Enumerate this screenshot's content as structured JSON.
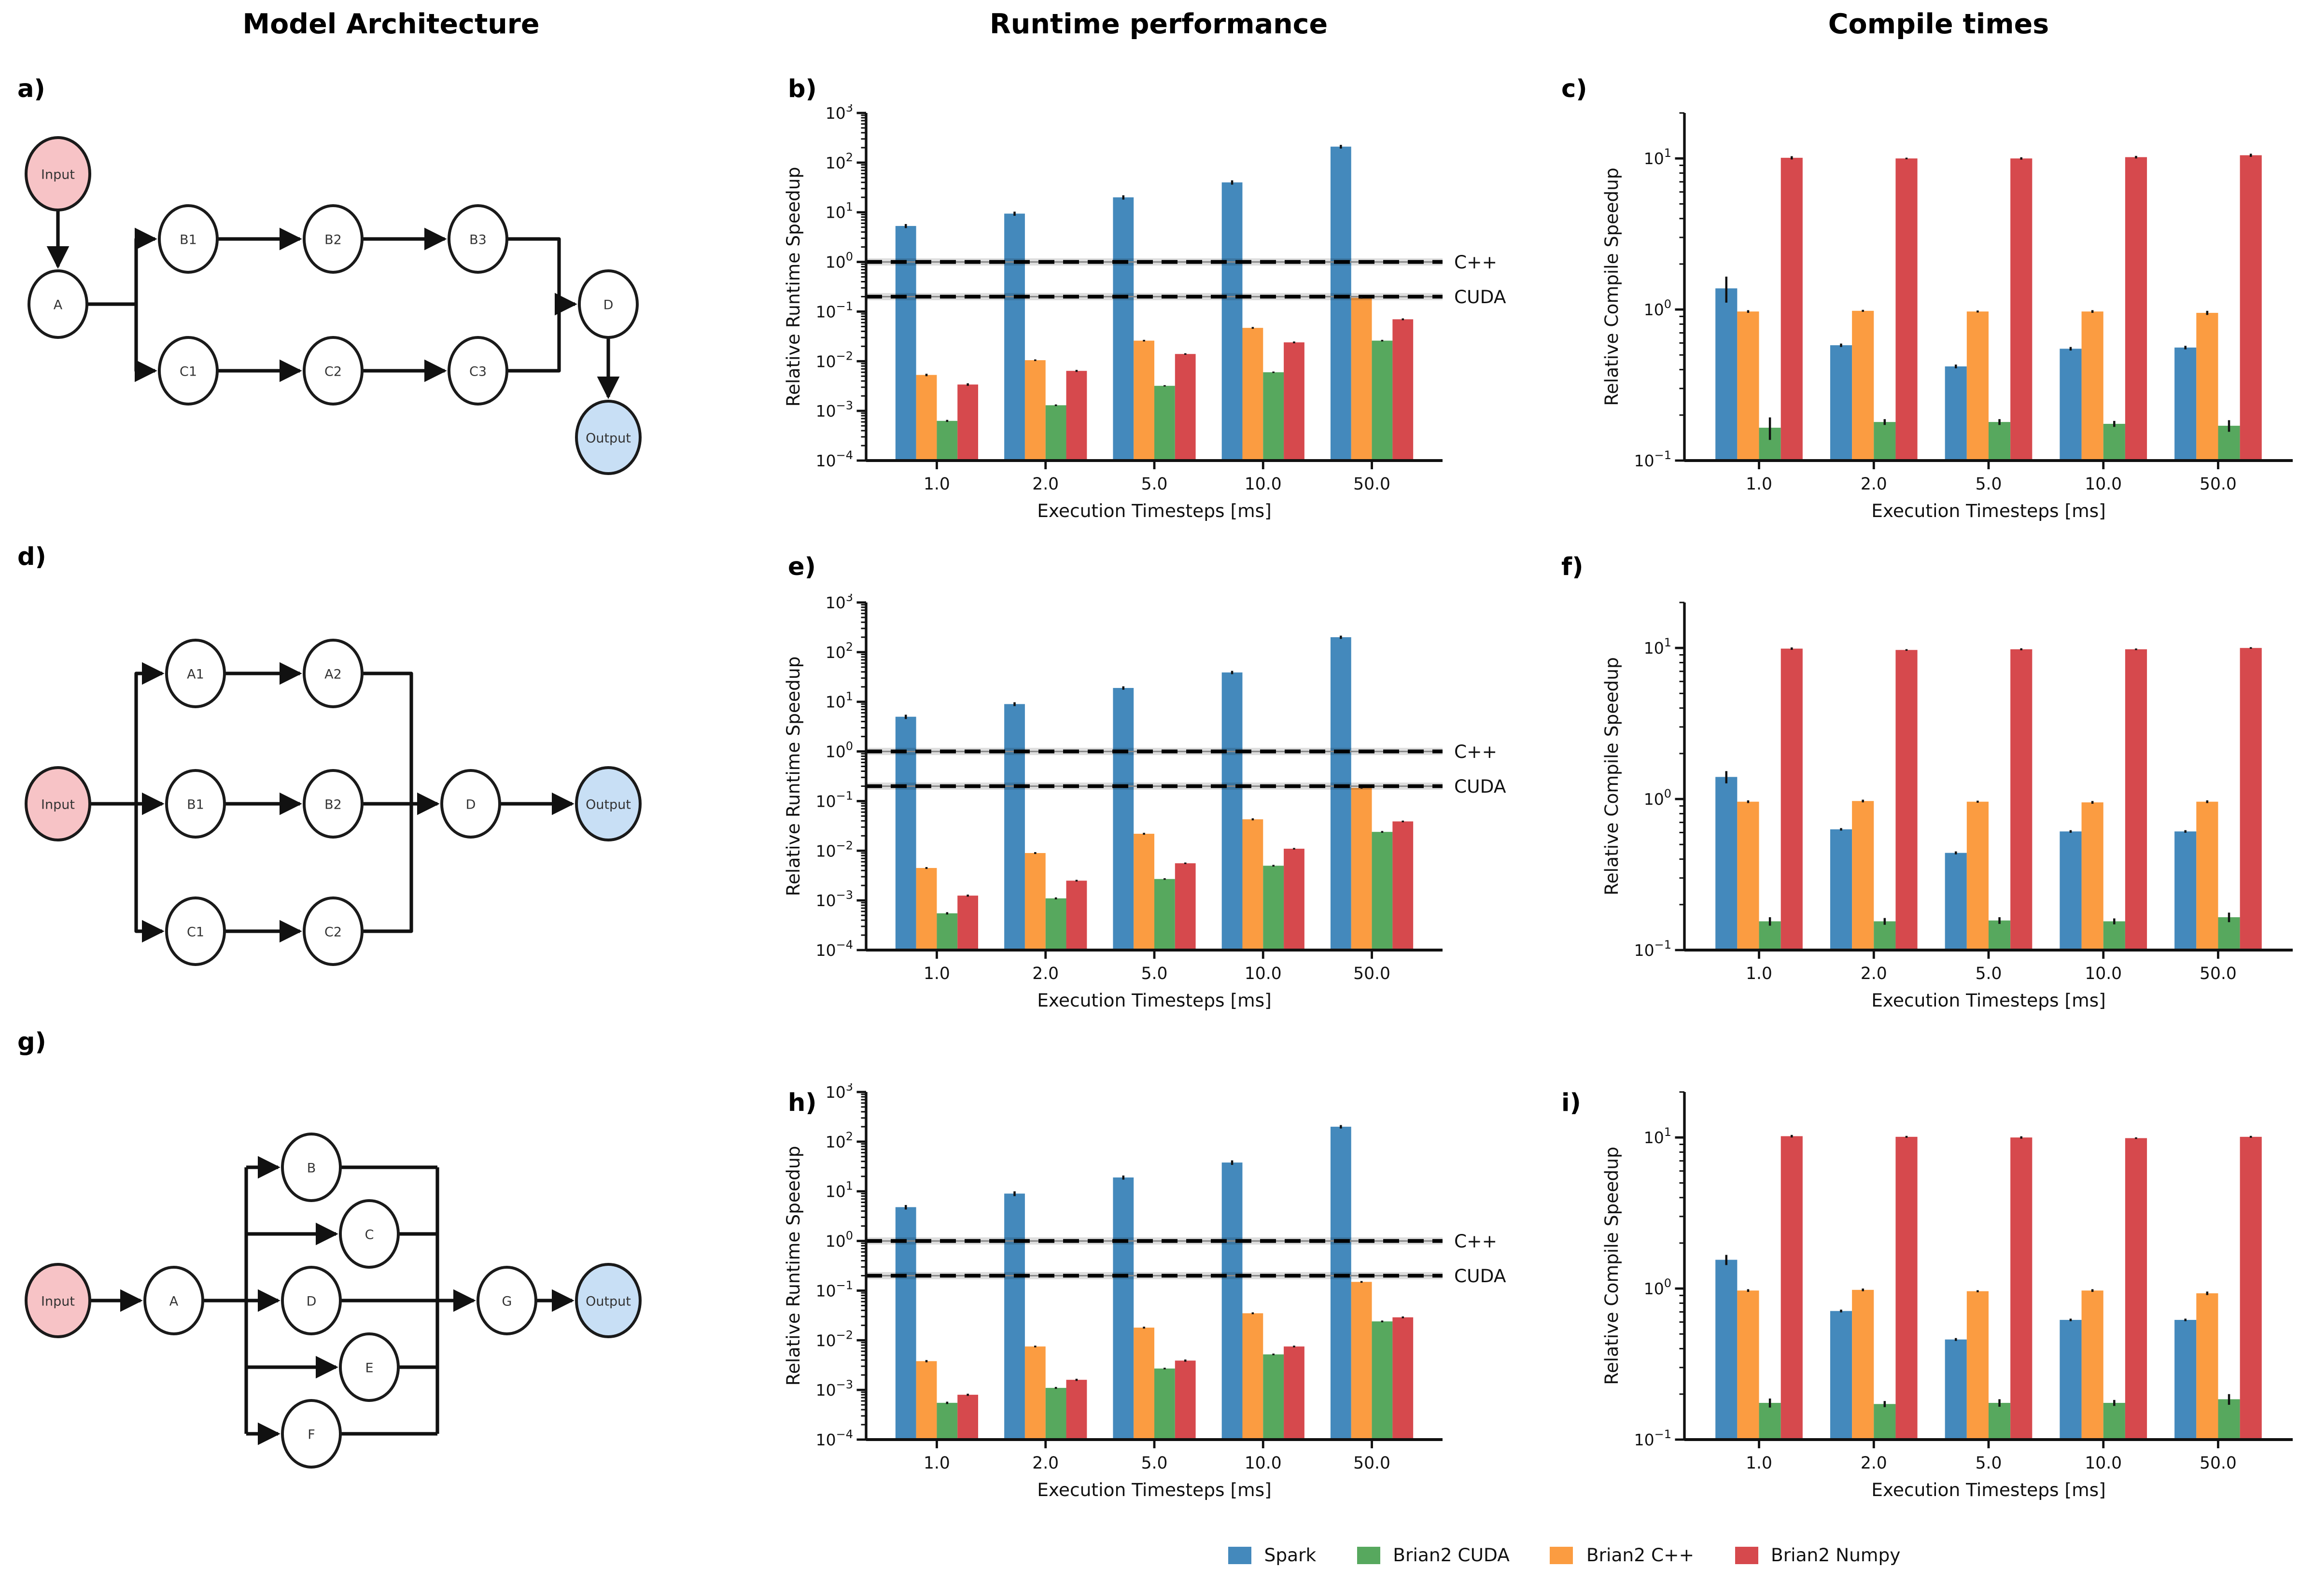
{
  "headers": {
    "col1": "Model Architecture",
    "col2": "Runtime performance",
    "col3": "Compile times"
  },
  "panel_labels": {
    "a": "a)",
    "b": "b)",
    "c": "c)",
    "d": "d)",
    "e": "e)",
    "f": "f)",
    "g": "g)",
    "h": "h)",
    "i": "i)"
  },
  "colors": {
    "spark": "#4489bc",
    "brian2_cuda": "#57a85e",
    "brian2_cpp": "#fb9c41",
    "brian2_numpy": "#d6494d",
    "input_node": "#f7c3c6",
    "output_node": "#c8dff5",
    "node_fill": "#ffffff",
    "node_stroke": "#1a1a1a",
    "edge": "#111111",
    "ref_line": "#000000"
  },
  "legend": {
    "items": [
      {
        "label": "Spark",
        "color_key": "spark"
      },
      {
        "label": "Brian2 CUDA",
        "color_key": "brian2_cuda"
      },
      {
        "label": "Brian2 C++",
        "color_key": "brian2_cpp"
      },
      {
        "label": "Brian2 Numpy",
        "color_key": "brian2_numpy"
      }
    ]
  },
  "diagrams": {
    "a": {
      "nodes": [
        {
          "label": "Input",
          "type": "input"
        },
        {
          "label": "A",
          "type": "hidden"
        },
        {
          "label": "B1",
          "type": "hidden"
        },
        {
          "label": "B2",
          "type": "hidden"
        },
        {
          "label": "B3",
          "type": "hidden"
        },
        {
          "label": "C1",
          "type": "hidden"
        },
        {
          "label": "C2",
          "type": "hidden"
        },
        {
          "label": "C3",
          "type": "hidden"
        },
        {
          "label": "D",
          "type": "hidden"
        },
        {
          "label": "Output",
          "type": "output"
        }
      ],
      "edges": [
        "Input->A",
        "A->B1",
        "A->C1",
        "B1->B2",
        "B2->B3",
        "C1->C2",
        "C2->C3",
        "B3->D",
        "C3->D",
        "D->Output"
      ]
    },
    "d": {
      "nodes": [
        {
          "label": "Input",
          "type": "input"
        },
        {
          "label": "A1",
          "type": "hidden"
        },
        {
          "label": "A2",
          "type": "hidden"
        },
        {
          "label": "B1",
          "type": "hidden"
        },
        {
          "label": "B2",
          "type": "hidden"
        },
        {
          "label": "C1",
          "type": "hidden"
        },
        {
          "label": "C2",
          "type": "hidden"
        },
        {
          "label": "D",
          "type": "hidden"
        },
        {
          "label": "Output",
          "type": "output"
        }
      ],
      "edges": [
        "Input->A1",
        "Input->B1",
        "Input->C1",
        "A1->A2",
        "B1->B2",
        "C1->C2",
        "A2->D",
        "B2->D",
        "C2->D",
        "D->Output"
      ]
    },
    "g": {
      "nodes": [
        {
          "label": "Input",
          "type": "input"
        },
        {
          "label": "A",
          "type": "hidden"
        },
        {
          "label": "B",
          "type": "hidden"
        },
        {
          "label": "C",
          "type": "hidden"
        },
        {
          "label": "D",
          "type": "hidden"
        },
        {
          "label": "E",
          "type": "hidden"
        },
        {
          "label": "F",
          "type": "hidden"
        },
        {
          "label": "G",
          "type": "hidden"
        },
        {
          "label": "Output",
          "type": "output"
        }
      ],
      "edges": [
        "Input->A",
        "A->B",
        "A->C",
        "A->D",
        "A->E",
        "A->F",
        "B->G",
        "C->G",
        "D->G",
        "E->G",
        "F->G",
        "G->Output"
      ]
    }
  },
  "chart_data": [
    {
      "id": "b",
      "type": "bar",
      "scale": "log-y",
      "kind": "runtime",
      "ylabel": "Relative Runtime Speedup",
      "xlabel": "Execution Timesteps [ms]",
      "categories": [
        "1.0",
        "2.0",
        "5.0",
        "10.0",
        "50.0"
      ],
      "ylim": [
        0.0001,
        1000
      ],
      "legend_position": "none",
      "grid": false,
      "series": [
        {
          "name": "Spark",
          "color_key": "spark",
          "values": [
            5.3,
            9.4,
            20,
            40,
            210
          ],
          "errors": [
            0.5,
            0.9,
            2,
            4,
            18
          ]
        },
        {
          "name": "Brian2 C++",
          "color_key": "brian2_cpp",
          "values": [
            0.0053,
            0.0105,
            0.026,
            0.047,
            0.19
          ],
          "errors": [
            0.0003,
            0.0004,
            0.001,
            0.002,
            0.008
          ]
        },
        {
          "name": "Brian2 CUDA",
          "color_key": "brian2_cuda",
          "values": [
            0.00063,
            0.0013,
            0.0032,
            0.006,
            0.026
          ],
          "errors": [
            3e-05,
            5e-05,
            0.0001,
            0.0002,
            0.001
          ]
        },
        {
          "name": "Brian2 Numpy",
          "color_key": "brian2_numpy",
          "values": [
            0.0034,
            0.0064,
            0.014,
            0.024,
            0.07
          ],
          "errors": [
            0.0002,
            0.0003,
            0.0005,
            0.001,
            0.003
          ]
        }
      ],
      "ref_lines": [
        {
          "label": "C++",
          "value": 1.0
        },
        {
          "label": "CUDA",
          "value": 0.2
        }
      ]
    },
    {
      "id": "c",
      "type": "bar",
      "scale": "log-y",
      "kind": "compile",
      "ylabel": "Relative Compile Speedup",
      "xlabel": "Execution Timesteps [ms]",
      "categories": [
        "1.0",
        "2.0",
        "5.0",
        "10.0",
        "50.0"
      ],
      "ylim": [
        0.1,
        20
      ],
      "legend_position": "none",
      "grid": false,
      "series": [
        {
          "name": "Spark",
          "color_key": "spark",
          "values": [
            1.38,
            0.58,
            0.42,
            0.55,
            0.56
          ],
          "errors": [
            0.27,
            0.015,
            0.012,
            0.015,
            0.015
          ]
        },
        {
          "name": "Brian2 C++",
          "color_key": "brian2_cpp",
          "values": [
            0.97,
            0.98,
            0.97,
            0.97,
            0.95
          ],
          "errors": [
            0.02,
            0.015,
            0.015,
            0.02,
            0.03
          ]
        },
        {
          "name": "Brian2 CUDA",
          "color_key": "brian2_cuda",
          "values": [
            0.165,
            0.18,
            0.18,
            0.175,
            0.17
          ],
          "errors": [
            0.028,
            0.008,
            0.008,
            0.008,
            0.015
          ]
        },
        {
          "name": "Brian2 Numpy",
          "color_key": "brian2_numpy",
          "values": [
            10.1,
            10.0,
            10.0,
            10.2,
            10.5
          ],
          "errors": [
            0.25,
            0.12,
            0.18,
            0.2,
            0.25
          ]
        }
      ],
      "ref_lines": []
    },
    {
      "id": "e",
      "type": "bar",
      "scale": "log-y",
      "kind": "runtime",
      "ylabel": "Relative Runtime Speedup",
      "xlabel": "Execution Timesteps [ms]",
      "categories": [
        "1.0",
        "2.0",
        "5.0",
        "10.0",
        "50.0"
      ],
      "ylim": [
        0.0001,
        1000
      ],
      "legend_position": "none",
      "grid": false,
      "series": [
        {
          "name": "Spark",
          "color_key": "spark",
          "values": [
            5.0,
            9.0,
            19,
            39,
            200
          ],
          "errors": [
            0.5,
            0.8,
            1.5,
            3,
            15
          ]
        },
        {
          "name": "Brian2 C++",
          "color_key": "brian2_cpp",
          "values": [
            0.0045,
            0.009,
            0.022,
            0.043,
            0.185
          ],
          "errors": [
            0.0002,
            0.0004,
            0.001,
            0.002,
            0.007
          ]
        },
        {
          "name": "Brian2 CUDA",
          "color_key": "brian2_cuda",
          "values": [
            0.00055,
            0.0011,
            0.0027,
            0.005,
            0.024
          ],
          "errors": [
            3e-05,
            5e-05,
            0.0001,
            0.0002,
            0.001
          ]
        },
        {
          "name": "Brian2 Numpy",
          "color_key": "brian2_numpy",
          "values": [
            0.00125,
            0.0025,
            0.0056,
            0.011,
            0.039
          ],
          "errors": [
            6e-05,
            0.0001,
            0.0002,
            0.0004,
            0.0015
          ]
        }
      ],
      "ref_lines": [
        {
          "label": "C++",
          "value": 1.0
        },
        {
          "label": "CUDA",
          "value": 0.2
        }
      ]
    },
    {
      "id": "f",
      "type": "bar",
      "scale": "log-y",
      "kind": "compile",
      "ylabel": "Relative Compile Speedup",
      "xlabel": "Execution Timesteps [ms]",
      "categories": [
        "1.0",
        "2.0",
        "5.0",
        "10.0",
        "50.0"
      ],
      "ylim": [
        0.1,
        20
      ],
      "legend_position": "none",
      "grid": false,
      "series": [
        {
          "name": "Spark",
          "color_key": "spark",
          "values": [
            1.4,
            0.63,
            0.44,
            0.61,
            0.61
          ],
          "errors": [
            0.13,
            0.012,
            0.01,
            0.012,
            0.012
          ]
        },
        {
          "name": "Brian2 C++",
          "color_key": "brian2_cpp",
          "values": [
            0.96,
            0.97,
            0.96,
            0.95,
            0.96
          ],
          "errors": [
            0.02,
            0.02,
            0.015,
            0.02,
            0.02
          ]
        },
        {
          "name": "Brian2 CUDA",
          "color_key": "brian2_cuda",
          "values": [
            0.155,
            0.155,
            0.157,
            0.155,
            0.165
          ],
          "errors": [
            0.01,
            0.008,
            0.008,
            0.007,
            0.012
          ]
        },
        {
          "name": "Brian2 Numpy",
          "color_key": "brian2_numpy",
          "values": [
            9.9,
            9.7,
            9.8,
            9.8,
            10.0
          ],
          "errors": [
            0.18,
            0.12,
            0.15,
            0.12,
            0.12
          ]
        }
      ],
      "ref_lines": []
    },
    {
      "id": "h",
      "type": "bar",
      "scale": "log-y",
      "kind": "runtime",
      "ylabel": "Relative Runtime Speedup",
      "xlabel": "Execution Timesteps [ms]",
      "categories": [
        "1.0",
        "2.0",
        "5.0",
        "10.0",
        "50.0"
      ],
      "ylim": [
        0.0001,
        1000
      ],
      "legend_position": "none",
      "grid": false,
      "series": [
        {
          "name": "Spark",
          "color_key": "spark",
          "values": [
            4.8,
            9.0,
            19,
            38,
            200
          ],
          "errors": [
            0.5,
            1,
            1.8,
            4,
            16
          ]
        },
        {
          "name": "Brian2 C++",
          "color_key": "brian2_cpp",
          "values": [
            0.0038,
            0.0075,
            0.018,
            0.035,
            0.15
          ],
          "errors": [
            0.0002,
            0.0003,
            0.0008,
            0.0015,
            0.006
          ]
        },
        {
          "name": "Brian2 CUDA",
          "color_key": "brian2_cuda",
          "values": [
            0.00055,
            0.0011,
            0.0027,
            0.0052,
            0.024
          ],
          "errors": [
            3e-05,
            5e-05,
            0.0001,
            0.0002,
            0.001
          ]
        },
        {
          "name": "Brian2 Numpy",
          "color_key": "brian2_numpy",
          "values": [
            0.0008,
            0.0016,
            0.0039,
            0.0075,
            0.029
          ],
          "errors": [
            4e-05,
            8e-05,
            0.0002,
            0.0003,
            0.0012
          ]
        }
      ],
      "ref_lines": [
        {
          "label": "C++",
          "value": 1.0
        },
        {
          "label": "CUDA",
          "value": 0.2
        }
      ]
    },
    {
      "id": "i",
      "type": "bar",
      "scale": "log-y",
      "kind": "compile",
      "ylabel": "Relative Compile Speedup",
      "xlabel": "Execution Timesteps [ms]",
      "categories": [
        "1.0",
        "2.0",
        "5.0",
        "10.0",
        "50.0"
      ],
      "ylim": [
        0.1,
        20
      ],
      "legend_position": "none",
      "grid": false,
      "series": [
        {
          "name": "Spark",
          "color_key": "spark",
          "values": [
            1.55,
            0.71,
            0.46,
            0.62,
            0.62
          ],
          "errors": [
            0.12,
            0.015,
            0.01,
            0.012,
            0.012
          ]
        },
        {
          "name": "Brian2 C++",
          "color_key": "brian2_cpp",
          "values": [
            0.97,
            0.98,
            0.96,
            0.97,
            0.93
          ],
          "errors": [
            0.02,
            0.02,
            0.015,
            0.02,
            0.025
          ]
        },
        {
          "name": "Brian2 CUDA",
          "color_key": "brian2_cuda",
          "values": [
            0.175,
            0.172,
            0.175,
            0.175,
            0.185
          ],
          "errors": [
            0.012,
            0.008,
            0.01,
            0.008,
            0.015
          ]
        },
        {
          "name": "Brian2 Numpy",
          "color_key": "brian2_numpy",
          "values": [
            10.2,
            10.1,
            10.0,
            9.9,
            10.1
          ],
          "errors": [
            0.2,
            0.15,
            0.18,
            0.12,
            0.15
          ]
        }
      ],
      "ref_lines": []
    }
  ]
}
